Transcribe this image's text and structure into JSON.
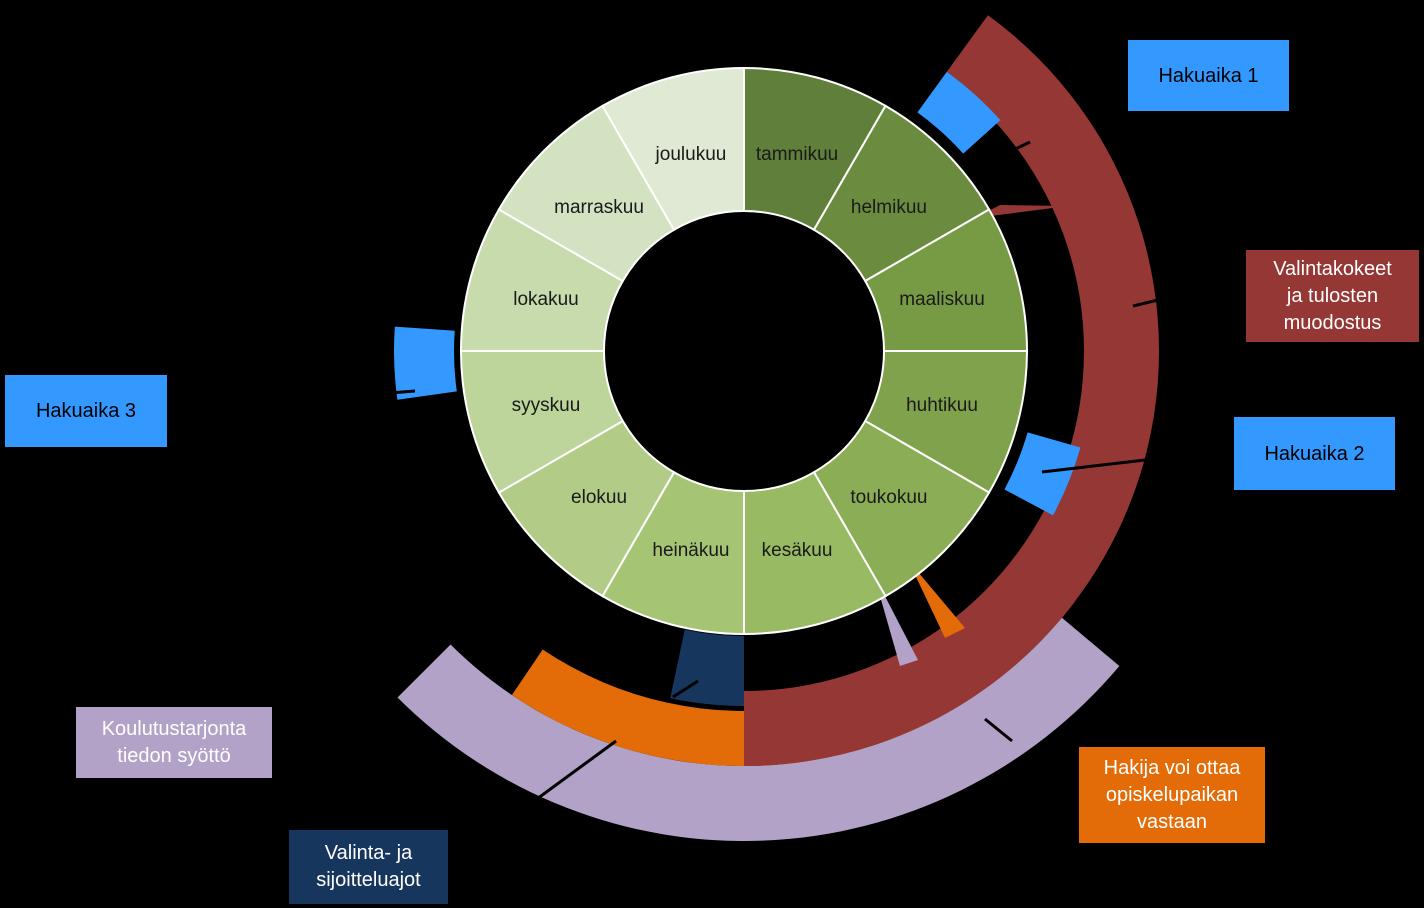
{
  "months": [
    {
      "label": "tammikuu",
      "color": "#5f7f3a"
    },
    {
      "label": "helmikuu",
      "color": "#6b8c3f"
    },
    {
      "label": "maaliskuu",
      "color": "#779a45"
    },
    {
      "label": "huhtikuu",
      "color": "#80a24c"
    },
    {
      "label": "toukokuu",
      "color": "#8aad55"
    },
    {
      "label": "kesäkuu",
      "color": "#98ba62"
    },
    {
      "label": "heinäkuu",
      "color": "#a5c474"
    },
    {
      "label": "elokuu",
      "color": "#b2cc88"
    },
    {
      "label": "syyskuu",
      "color": "#bdd49a"
    },
    {
      "label": "lokakuu",
      "color": "#c8dbad"
    },
    {
      "label": "marraskuu",
      "color": "#d3e2c0"
    },
    {
      "label": "joulukuu",
      "color": "#dfe9d3"
    }
  ],
  "colors": {
    "blue": "#3399ff",
    "navy": "#17365d",
    "red": "#953735",
    "orange": "#e36c09",
    "lavender": "#b3a2c7",
    "divider": "#ffffff"
  },
  "labels": {
    "hakuaika1": "Hakuaika 1",
    "hakuaika2": "Hakuaika 2",
    "hakuaika3": "Hakuaika 3",
    "valintakokeet": [
      "Valintakokeet",
      "ja tulosten",
      "muodostus"
    ],
    "koulutustarjonta": [
      "Koulutustarjonta",
      "tiedon syöttö"
    ],
    "valinta": [
      "Valinta- ja",
      "sijoitteluajot"
    ],
    "hakija": [
      "Hakija voi ottaa",
      "opiskelupaikan",
      "vastaan"
    ]
  }
}
